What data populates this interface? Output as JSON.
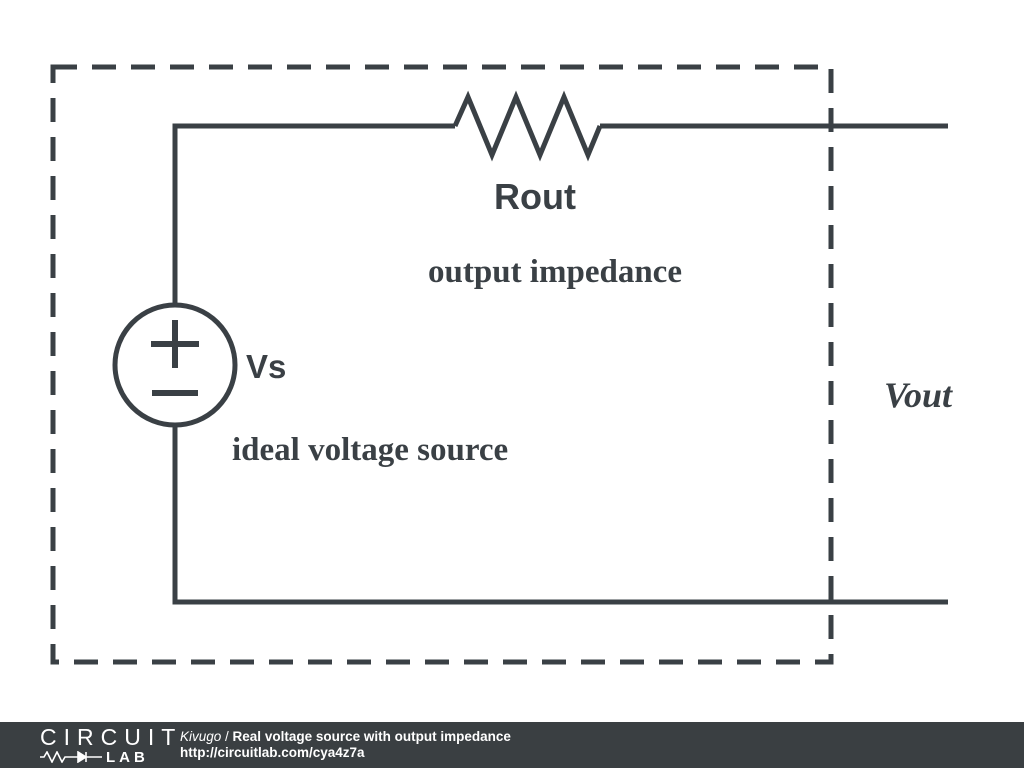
{
  "diagram": {
    "rout_label": "Rout",
    "rout_desc": "output impedance",
    "vs_label": "Vs",
    "vs_desc": "ideal voltage source",
    "vout_label": "Vout"
  },
  "footer": {
    "logo_top": "CIRCUIT",
    "logo_bottom": "LAB",
    "author": "Kivugo",
    "separator": " / ",
    "title": "Real voltage source with output impedance",
    "url": "http://circuitlab.com/cya4z7a"
  },
  "colors": {
    "line": "#3a4045",
    "footer_bg": "#3a3f42",
    "footer_text": "#ffffff"
  }
}
